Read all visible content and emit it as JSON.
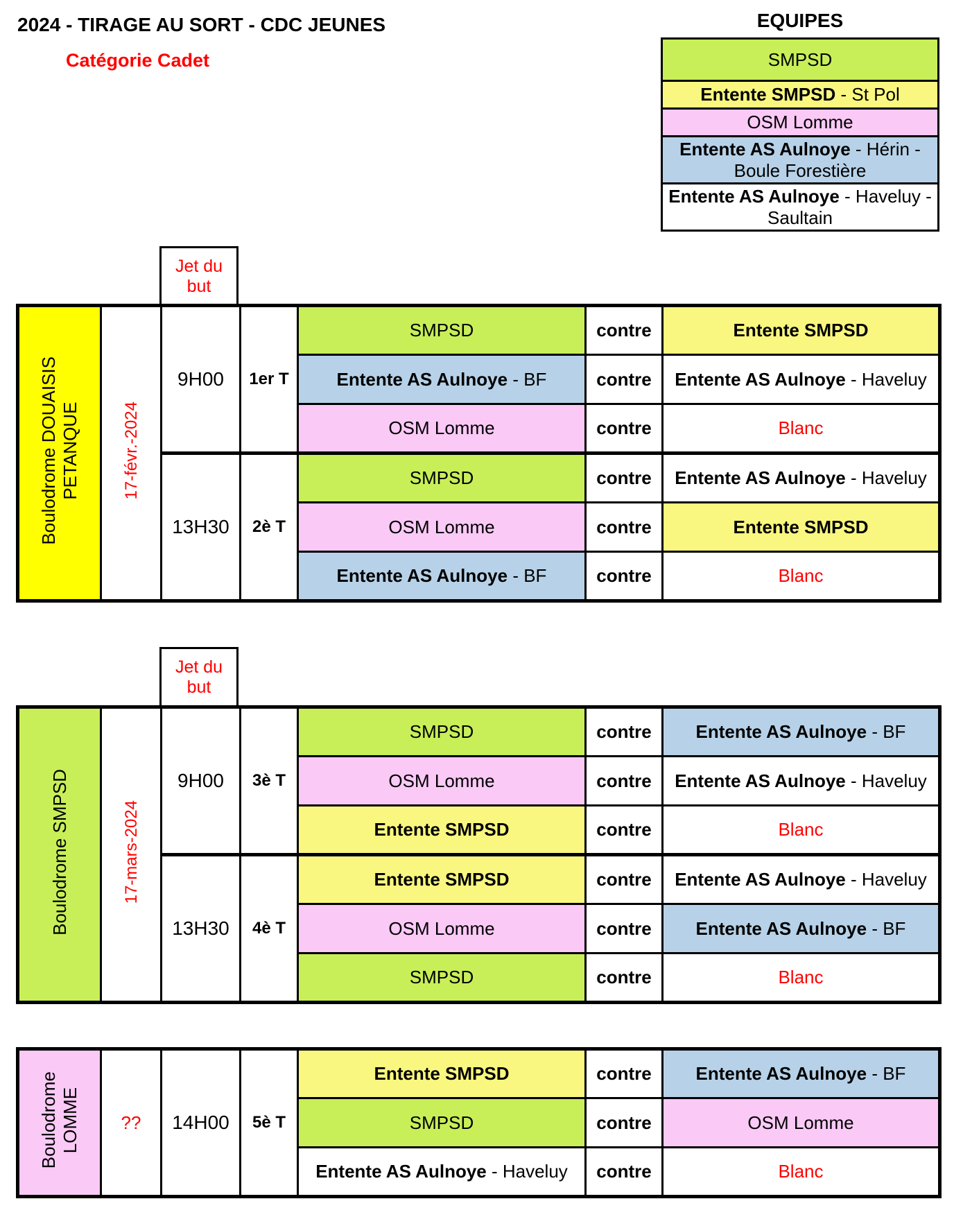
{
  "header": {
    "title": "2024 - TIRAGE AU SORT - CDC JEUNES",
    "subtitle": "Catégorie Cadet"
  },
  "equipes": {
    "title": "EQUIPES",
    "rows": [
      {
        "bold": "",
        "rest": "SMPSD",
        "bg": "#c8ef58"
      },
      {
        "bold": "Entente SMPSD",
        "rest": " - St Pol",
        "bg": "#f9f77f"
      },
      {
        "bold": "",
        "rest": "OSM Lomme",
        "bg": "#fac9f6"
      },
      {
        "bold": "Entente AS Aulnoye",
        "rest": " - Hérin - Boule Forestière",
        "bg": "#b7d2e8"
      },
      {
        "bold": "Entente AS Aulnoye",
        "rest": " - Haveluy - Saultain",
        "bg": "#ffffff"
      }
    ]
  },
  "labels": {
    "vs": "contre",
    "jet_line1": "Jet du",
    "jet_line2": "but"
  },
  "tables": [
    {
      "venue": {
        "line1": "Boulodrome DOUAISIS",
        "line2": "PETANQUE",
        "bg": "#ffff00"
      },
      "date": {
        "text": "17-févr.-2024",
        "color": "#ff0000"
      },
      "groups": [
        {
          "time": "9H00",
          "round": "1er T",
          "matches": [
            {
              "left": {
                "bold": "",
                "rest": "SMPSD",
                "bg": "#c8ef58"
              },
              "right": {
                "bold": "Entente SMPSD",
                "rest": "",
                "bg": "#f9f77f"
              }
            },
            {
              "left": {
                "bold": "Entente AS Aulnoye",
                "rest": " - BF",
                "bg": "#b7d2e8"
              },
              "right": {
                "bold": "Entente AS Aulnoye",
                "rest": " - Haveluy",
                "bg": "#ffffff"
              }
            },
            {
              "left": {
                "bold": "",
                "rest": "OSM Lomme",
                "bg": "#fac9f6"
              },
              "right": {
                "bold": "",
                "rest": "Blanc",
                "bg": "#ffffff",
                "color": "#ff0000"
              }
            }
          ]
        },
        {
          "time": "13H30",
          "round": "2è T",
          "matches": [
            {
              "left": {
                "bold": "",
                "rest": "SMPSD",
                "bg": "#c8ef58"
              },
              "right": {
                "bold": "Entente AS Aulnoye",
                "rest": " - Haveluy",
                "bg": "#ffffff"
              }
            },
            {
              "left": {
                "bold": "",
                "rest": "OSM Lomme",
                "bg": "#fac9f6"
              },
              "right": {
                "bold": "Entente SMPSD",
                "rest": "",
                "bg": "#f9f77f"
              }
            },
            {
              "left": {
                "bold": "Entente AS Aulnoye",
                "rest": " - BF",
                "bg": "#b7d2e8"
              },
              "right": {
                "bold": "",
                "rest": "Blanc",
                "bg": "#ffffff",
                "color": "#ff0000"
              }
            }
          ]
        }
      ]
    },
    {
      "venue": {
        "line1": "Boulodrome SMPSD",
        "line2": "",
        "bg": "#c8ef58"
      },
      "date": {
        "text": "17-mars-2024",
        "color": "#ff0000"
      },
      "groups": [
        {
          "time": "9H00",
          "round": "3è T",
          "matches": [
            {
              "left": {
                "bold": "",
                "rest": "SMPSD",
                "bg": "#c8ef58"
              },
              "right": {
                "bold": "Entente AS Aulnoye",
                "rest": " - BF",
                "bg": "#b7d2e8"
              }
            },
            {
              "left": {
                "bold": "",
                "rest": "OSM Lomme",
                "bg": "#fac9f6"
              },
              "right": {
                "bold": "Entente AS Aulnoye",
                "rest": " - Haveluy",
                "bg": "#ffffff"
              }
            },
            {
              "left": {
                "bold": "Entente SMPSD",
                "rest": "",
                "bg": "#f9f77f"
              },
              "right": {
                "bold": "",
                "rest": "Blanc",
                "bg": "#ffffff",
                "color": "#ff0000"
              }
            }
          ]
        },
        {
          "time": "13H30",
          "round": "4è T",
          "matches": [
            {
              "left": {
                "bold": "Entente SMPSD",
                "rest": "",
                "bg": "#f9f77f"
              },
              "right": {
                "bold": "Entente AS Aulnoye",
                "rest": " - Haveluy",
                "bg": "#ffffff"
              }
            },
            {
              "left": {
                "bold": "",
                "rest": "OSM Lomme",
                "bg": "#fac9f6"
              },
              "right": {
                "bold": "Entente AS Aulnoye",
                "rest": " - BF",
                "bg": "#b7d2e8"
              }
            },
            {
              "left": {
                "bold": "",
                "rest": "SMPSD",
                "bg": "#c8ef58"
              },
              "right": {
                "bold": "",
                "rest": "Blanc",
                "bg": "#ffffff",
                "color": "#ff0000"
              }
            }
          ]
        }
      ]
    },
    {
      "venue": {
        "line1": "Boulodrome",
        "line2": "LOMME",
        "bg": "#fac9f6"
      },
      "date": {
        "text": "??",
        "color": "#ff0000"
      },
      "groups": [
        {
          "time": "14H00",
          "round": "5è T",
          "matches": [
            {
              "left": {
                "bold": "Entente SMPSD",
                "rest": "",
                "bg": "#f9f77f"
              },
              "right": {
                "bold": "Entente AS Aulnoye",
                "rest": " - BF",
                "bg": "#b7d2e8"
              }
            },
            {
              "left": {
                "bold": "",
                "rest": "SMPSD",
                "bg": "#c8ef58"
              },
              "right": {
                "bold": "",
                "rest": "OSM Lomme",
                "bg": "#fac9f6"
              }
            },
            {
              "left": {
                "bold": "Entente AS Aulnoye",
                "rest": " - Haveluy",
                "bg": "#ffffff"
              },
              "right": {
                "bold": "",
                "rest": "Blanc",
                "bg": "#ffffff",
                "color": "#ff0000"
              }
            }
          ]
        }
      ]
    }
  ]
}
